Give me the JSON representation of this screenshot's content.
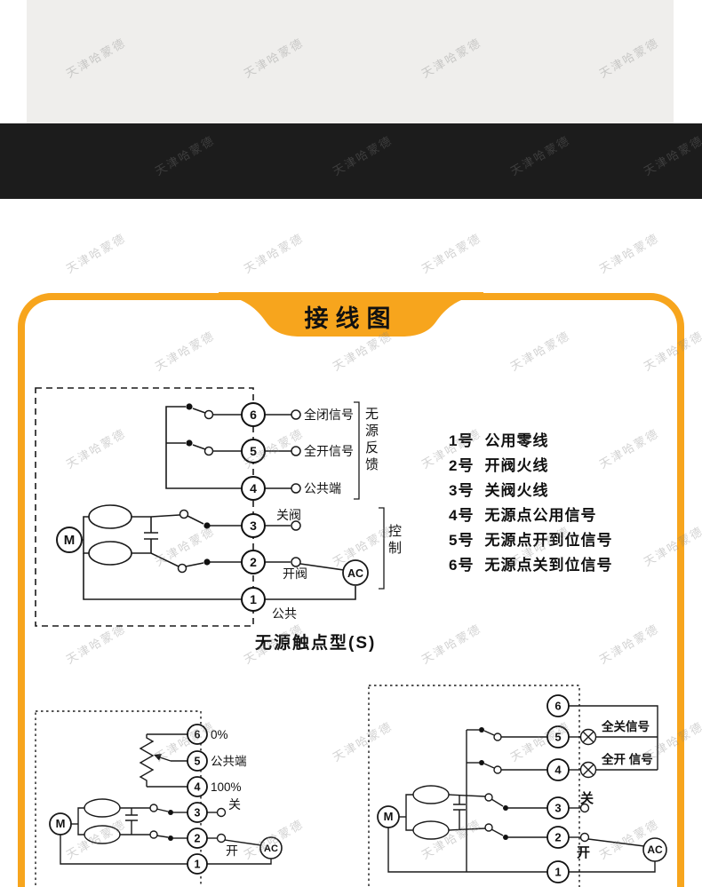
{
  "watermark": {
    "text": "天津哈蒙德"
  },
  "banner": {
    "title": "接线图"
  },
  "main_diagram": {
    "motor": "M",
    "terminals": [
      "6",
      "5",
      "4",
      "3",
      "2",
      "1"
    ],
    "labels": {
      "full_close_signal": "全闭信号",
      "full_open_signal": "全开信号",
      "common_terminal": "公共端",
      "close_valve": "关阀",
      "open_valve": "开阀",
      "ac": "AC",
      "common": "公共",
      "passive_feedback": "无源反馈",
      "control": "控制"
    },
    "caption": "无源触点型(S)"
  },
  "legend": {
    "items": [
      {
        "num": "1号",
        "text": "公用零线"
      },
      {
        "num": "2号",
        "text": "开阀火线"
      },
      {
        "num": "3号",
        "text": "关阀火线"
      },
      {
        "num": "4号",
        "text": "无源点公用信号"
      },
      {
        "num": "5号",
        "text": "无源点开到位信号"
      },
      {
        "num": "6号",
        "text": "无源点关到位信号"
      }
    ]
  },
  "pot_diagram": {
    "motor": "M",
    "terminals": [
      "6",
      "5",
      "4",
      "3",
      "2",
      "1"
    ],
    "labels": {
      "zero": "0%",
      "common": "公共端",
      "hundred": "100%",
      "close": "关",
      "open": "开",
      "ac": "AC"
    }
  },
  "lamp_diagram": {
    "motor": "M",
    "terminals": [
      "6",
      "5",
      "4",
      "3",
      "2",
      "1"
    ],
    "labels": {
      "full_close_signal": "全关信号",
      "full_open_signal": "全开 信号",
      "close": "关",
      "open": "开",
      "ac": "AC"
    }
  },
  "colors": {
    "accent": "#F7A51D",
    "band": "#1C1C1C",
    "panel_gray": "#EFEEEC"
  }
}
